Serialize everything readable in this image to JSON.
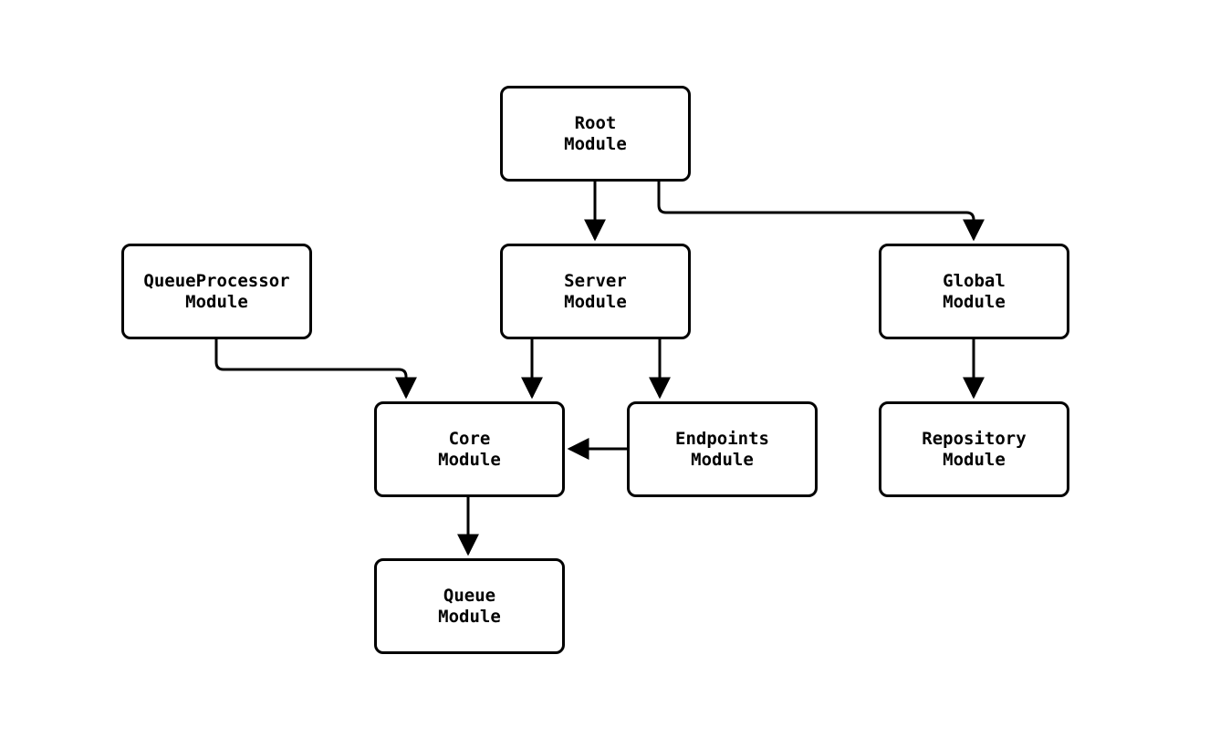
{
  "diagram": {
    "type": "module-dependency-graph",
    "background_color": "#ffffff",
    "line_color": "#000000",
    "text_color": "#000000",
    "nodes": {
      "root": {
        "line1": "Root",
        "line2": "Module"
      },
      "server": {
        "line1": "Server",
        "line2": "Module"
      },
      "queueprocessor": {
        "line1": "QueueProcessor",
        "line2": "Module"
      },
      "global": {
        "line1": "Global",
        "line2": "Module"
      },
      "core": {
        "line1": "Core",
        "line2": "Module"
      },
      "endpoints": {
        "line1": "Endpoints",
        "line2": "Module"
      },
      "repository": {
        "line1": "Repository",
        "line2": "Module"
      },
      "queue": {
        "line1": "Queue",
        "line2": "Module"
      }
    },
    "edges": [
      {
        "from": "root",
        "to": "server"
      },
      {
        "from": "root",
        "to": "global"
      },
      {
        "from": "queueprocessor",
        "to": "core"
      },
      {
        "from": "server",
        "to": "core"
      },
      {
        "from": "server",
        "to": "endpoints"
      },
      {
        "from": "endpoints",
        "to": "core"
      },
      {
        "from": "global",
        "to": "repository"
      },
      {
        "from": "core",
        "to": "queue"
      }
    ]
  }
}
